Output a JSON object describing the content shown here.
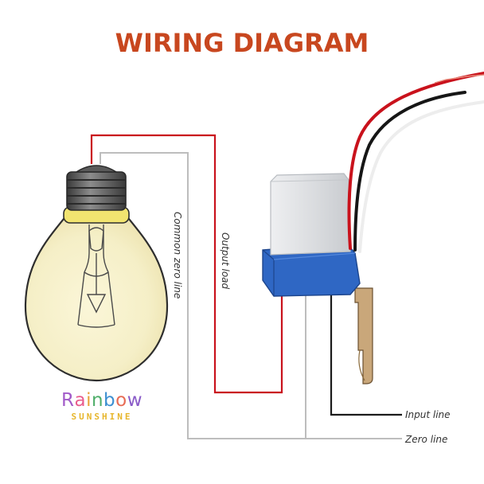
{
  "title": "WIRING DIAGRAM",
  "labels": {
    "common_zero_line": "Common zero line",
    "output_load": "Output load",
    "input_line": "Input line",
    "zero_line": "Zero line"
  },
  "brand": {
    "name": "Rainbow",
    "name_letter_colors": [
      "#a25bc9",
      "#e95d8e",
      "#e9a23b",
      "#4fae6a",
      "#3d8fd1",
      "#e86c55",
      "#8a5cc8"
    ],
    "tagline": "SUNSHINE"
  },
  "colors": {
    "title": "#c8471f",
    "live_wire": "#c9121c",
    "neutral_wire": "#bdbdbd",
    "input_wire": "#1b1b1b",
    "switch_body": "#2f67c4",
    "switch_cap": "#dfe1e5"
  },
  "icons": {
    "bulb": "light-bulb-icon",
    "switch": "photocell-switch-icon"
  }
}
